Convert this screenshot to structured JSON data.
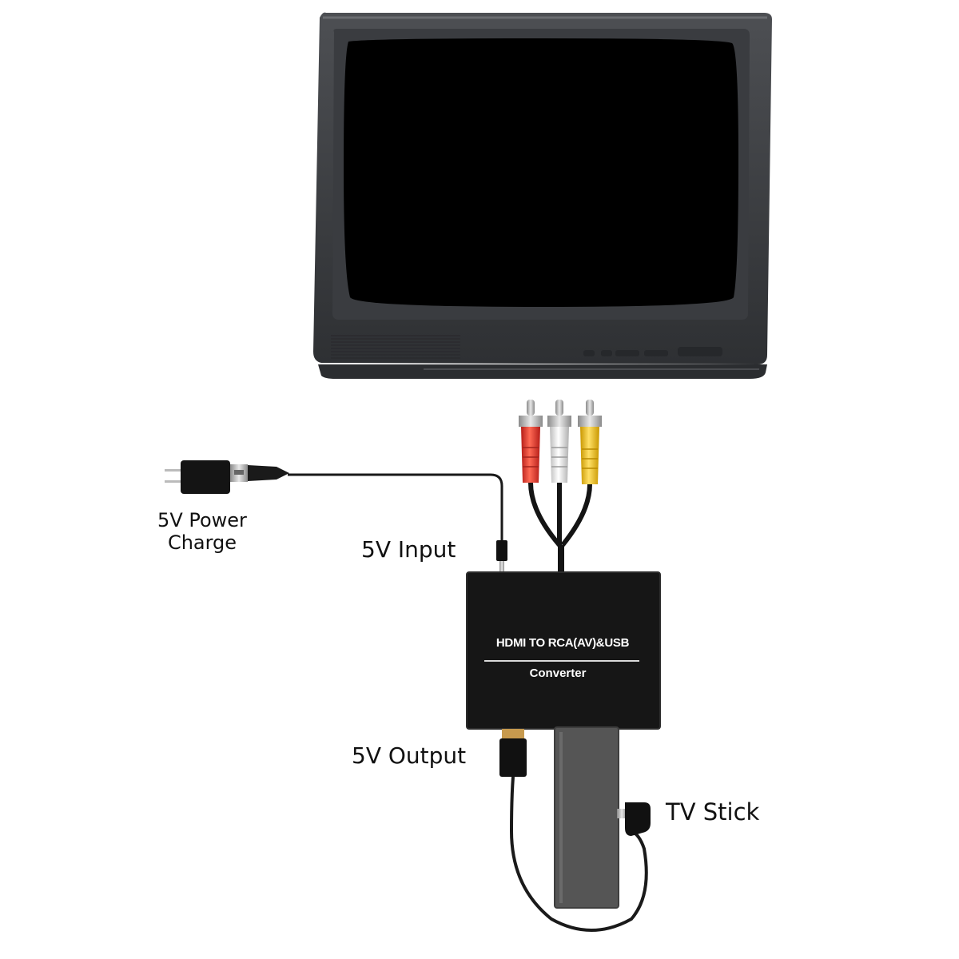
{
  "labels": {
    "power_line1": "5V Power",
    "power_line2": "Charge",
    "input": "5V Input",
    "output": "5V Output",
    "tv_stick": "TV Stick"
  },
  "converter": {
    "title": "HDMI TO RCA(AV)&USB",
    "subtitle": "Converter"
  },
  "rca_colors": [
    "#e4322b",
    "#eeeeee",
    "#f2c31b"
  ]
}
